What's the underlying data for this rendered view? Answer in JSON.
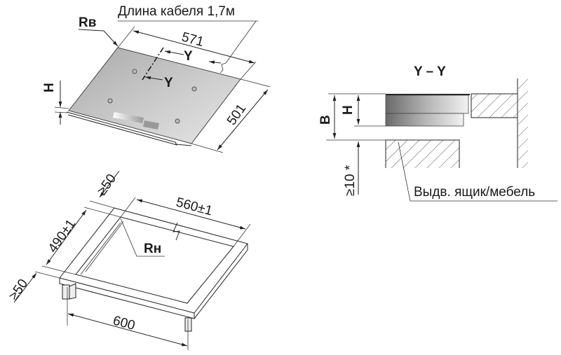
{
  "hob_view": {
    "cable_label": "Длина кабеля 1,7м",
    "top_radius_label": "Rв",
    "width_dim": "571",
    "depth_dim": "501",
    "height_label": "H",
    "section_marker_1": "Y",
    "section_marker_2": "Y"
  },
  "section_view": {
    "title": "Y – Y",
    "b_label": "B",
    "h_label": "H",
    "clearance_label": "≥10 *",
    "drawer_label": "Выдв. ящик/мебель"
  },
  "cutout_view": {
    "back_clearance": "≥50",
    "front_clearance": "≥50",
    "cutout_depth": "490±1",
    "cutout_width": "560±1",
    "bottom_radius_label": "Rн",
    "worktop_width": "600"
  },
  "colors": {
    "line": "#222222",
    "hob_light": "#d8d8d8",
    "hob_dark": "#8a8a8a"
  }
}
